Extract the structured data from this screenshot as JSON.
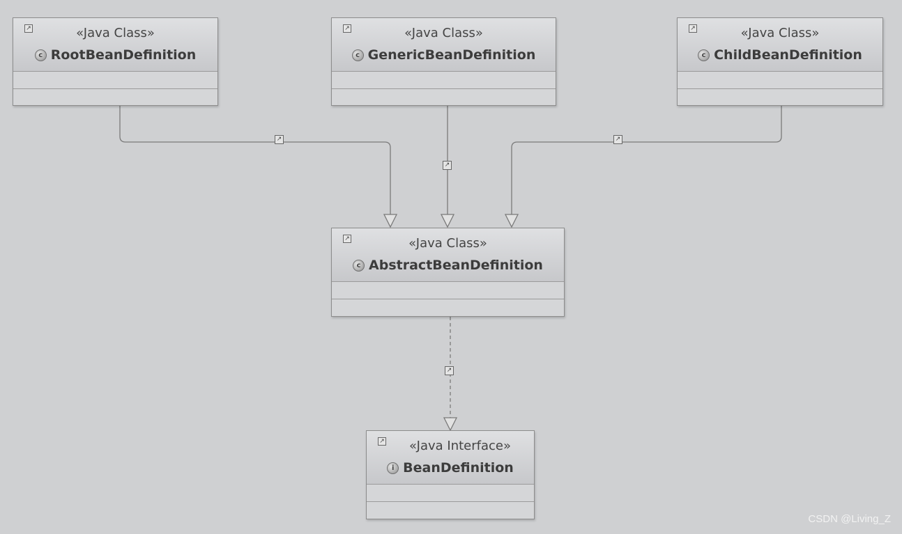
{
  "classes": [
    {
      "id": "root",
      "stereotype": "«Java Class»",
      "name": "RootBeanDefinition",
      "icon": "class-icon"
    },
    {
      "id": "generic",
      "stereotype": "«Java Class»",
      "name": "GenericBeanDefinition",
      "icon": "class-icon"
    },
    {
      "id": "child",
      "stereotype": "«Java Class»",
      "name": "ChildBeanDefinition",
      "icon": "class-icon"
    },
    {
      "id": "abstract",
      "stereotype": "«Java Class»",
      "name": "AbstractBeanDefinition",
      "icon": "class-icon"
    },
    {
      "id": "iface",
      "stereotype": "«Java Interface»",
      "name": "BeanDefinition",
      "icon": "interface-icon"
    }
  ],
  "relations": [
    {
      "from": "RootBeanDefinition",
      "to": "AbstractBeanDefinition",
      "type": "generalization"
    },
    {
      "from": "GenericBeanDefinition",
      "to": "AbstractBeanDefinition",
      "type": "generalization"
    },
    {
      "from": "ChildBeanDefinition",
      "to": "AbstractBeanDefinition",
      "type": "generalization"
    },
    {
      "from": "AbstractBeanDefinition",
      "to": "BeanDefinition",
      "type": "realization"
    }
  ],
  "watermark": "CSDN @Living_Z",
  "colors": {
    "background": "#cfd0d2",
    "line": "#7a7a7a"
  }
}
